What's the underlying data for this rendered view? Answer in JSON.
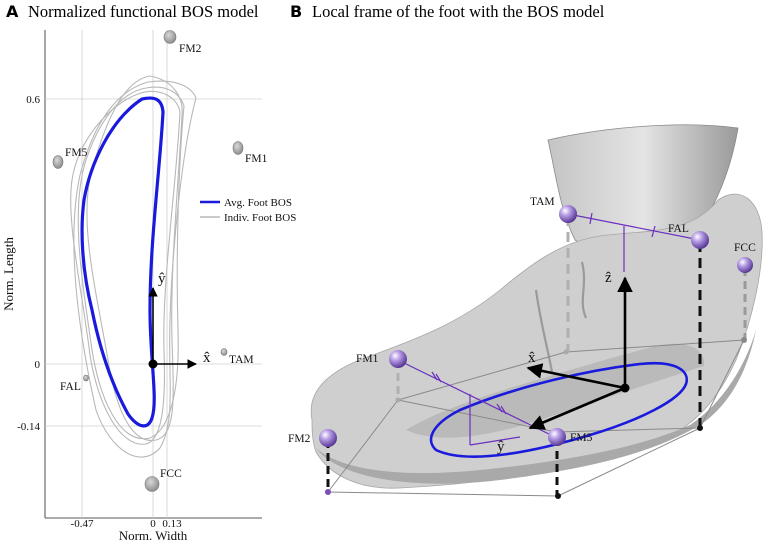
{
  "panel_a": {
    "letter": "A",
    "title": "Normalized functional BOS model",
    "xlabel": "Norm. Width",
    "ylabel": "Norm. Length",
    "xticks": [
      "-0.47",
      "0",
      "0.13"
    ],
    "yticks": [
      "0.6",
      "0",
      "-0.14"
    ],
    "legend": [
      "Avg. Foot BOS",
      "Indiv. Foot BOS"
    ],
    "markers": [
      "FM2",
      "FM1",
      "FM5",
      "TAM",
      "FAL",
      "FCC"
    ],
    "vectors": [
      "ŷ",
      "x̂"
    ]
  },
  "panel_b": {
    "letter": "B",
    "title": "Local frame of the foot with the BOS model",
    "markers": [
      "TAM",
      "FAL",
      "FCC",
      "FM1",
      "FM2",
      "FM5"
    ],
    "vectors": [
      "ẑ",
      "x̂",
      "ŷ"
    ]
  },
  "colors": {
    "avg_bos": "#1a1adc",
    "indiv_bos": "#b8b8b8",
    "marker_purple": "#7a4fb8",
    "construction_purple": "#6a2fc0",
    "foot_gray": "#c8c8c8",
    "shoe_gray": "#a8a8a8"
  }
}
